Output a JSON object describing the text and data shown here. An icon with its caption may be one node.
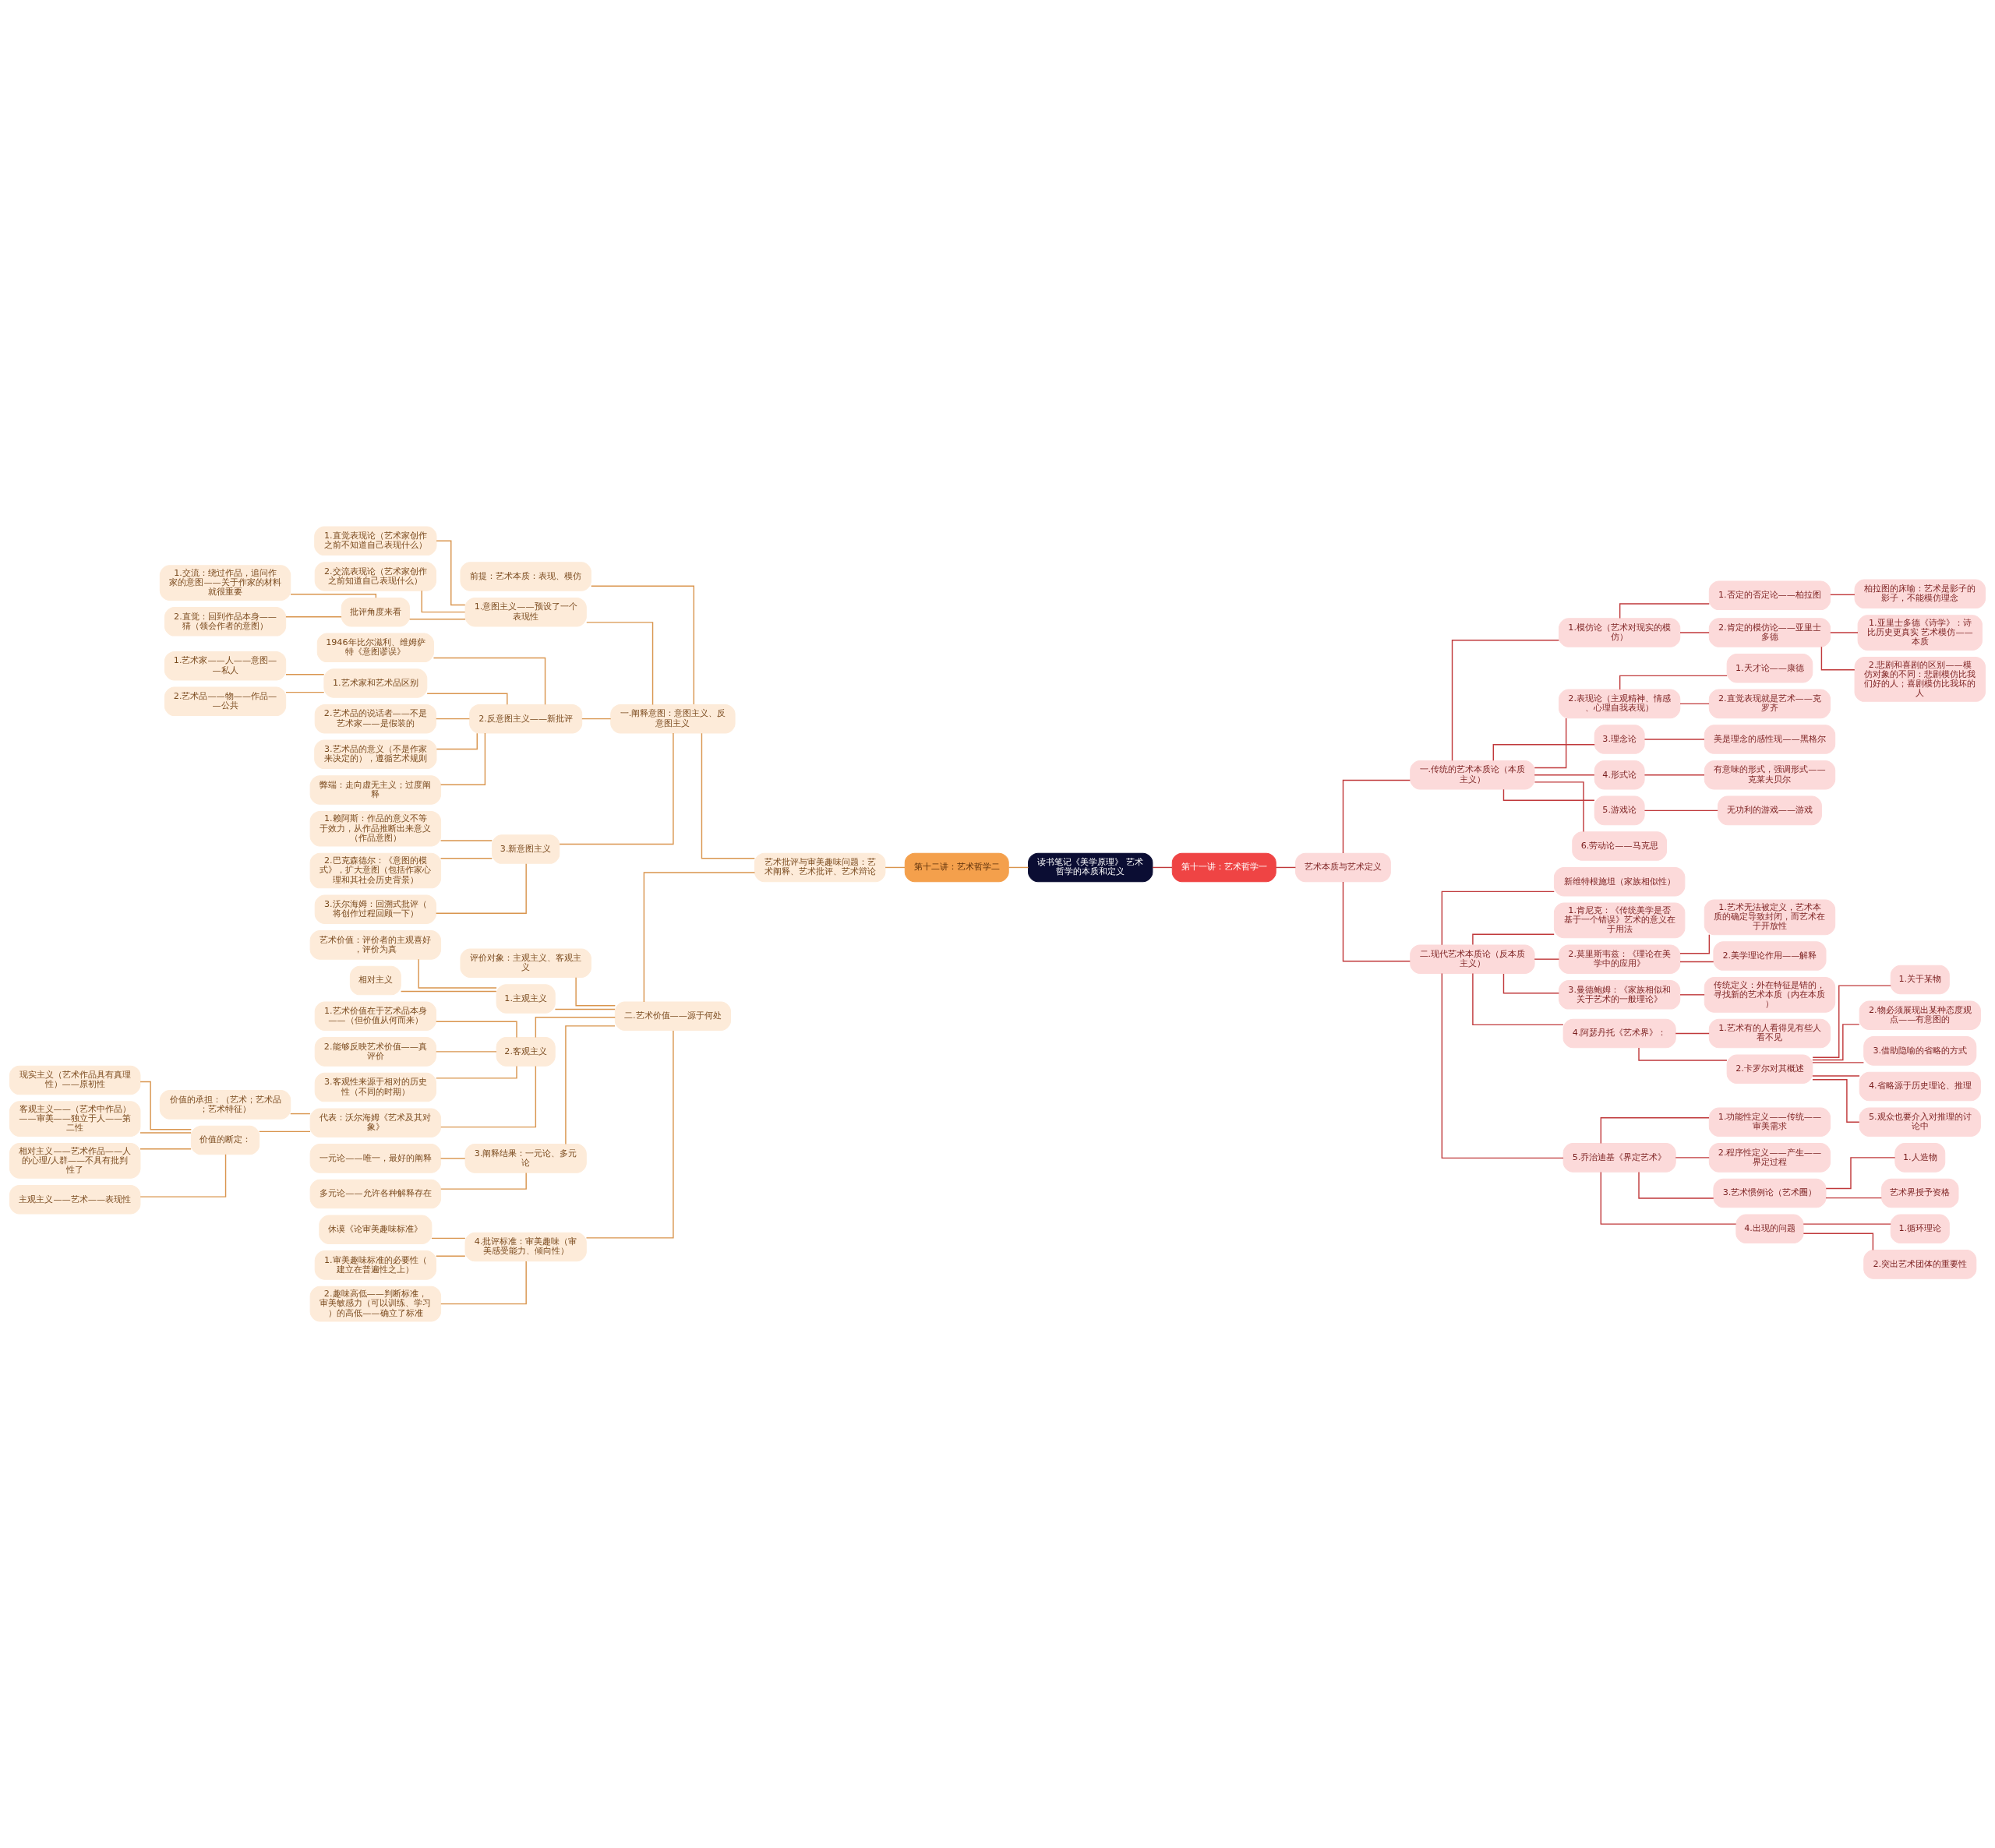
{
  "diagram": {
    "nodes": [
      {
        "text": [
          "读书笔记《美学原理》 艺术哲学的本质和定义"
        ]
      },
      {
        "text": [
          "第十二讲：艺术哲学二"
        ]
      },
      {
        "text": [
          "艺术批评与审美趣味问题：艺术阐释、艺术批评、艺术辩论"
        ]
      },
      {
        "text": [
          "一.阐释意图：意图主义、反意图主义"
        ]
      },
      {
        "text": [
          "前提：艺术本质：表现、模仿"
        ]
      },
      {
        "text": [
          "1.意图主义——预设了一个表现性"
        ]
      },
      {
        "text": [
          "1.直觉表现论（艺术家创作之前不知道自己表现什么）"
        ]
      },
      {
        "text": [
          "2.交流表现论（艺术家创作之前知道自己表现什么）"
        ]
      },
      {
        "text": [
          "批评角度来看"
        ]
      },
      {
        "text": [
          "1.交流：绕过作品，追问作家的意图——关于作家的材料就很重要"
        ]
      },
      {
        "text": [
          "2.直觉：回到作品本身——猜（领会作者的意图）"
        ]
      },
      {
        "text": [
          "2.反意图主义——新批评"
        ]
      },
      {
        "text": [
          "1946年比尔滋利、维姆萨特《意图谬误》"
        ]
      },
      {
        "text": [
          "1.艺术家和艺术品区别"
        ]
      },
      {
        "text": [
          "1.艺术家——人——意图——私人"
        ]
      },
      {
        "text": [
          "2.艺术品——物——作品——公共"
        ]
      },
      {
        "text": [
          "2.艺术品的说话者——不是艺术家——是假装的"
        ]
      },
      {
        "text": [
          "3.艺术品的意义（不是作家来决定的），遵循艺术规则"
        ]
      },
      {
        "text": [
          "弊端：走向虚无主义；过度阐释"
        ]
      },
      {
        "text": [
          "3.新意图主义"
        ]
      },
      {
        "text": [
          "1.赖阿斯：作品的意义不等于效力，从作品推断出来意义（作品意图）"
        ]
      },
      {
        "text": [
          "2.巴克森德尔：《意图的模式》，扩大意图（包括作家心理和其社会历史背景）"
        ]
      },
      {
        "text": [
          "3.沃尔海姆：回溯式批评（将创作过程回顾一下）"
        ]
      },
      {
        "text": [
          "二.艺术价值——源于何处"
        ]
      },
      {
        "text": [
          "评价对象：主观主义、客观主义"
        ]
      },
      {
        "text": [
          "1.主观主义"
        ]
      },
      {
        "text": [
          "艺术价值：评价者的主观喜好，评价为真"
        ]
      },
      {
        "text": [
          "相对主义"
        ]
      },
      {
        "text": [
          "2.客观主义"
        ]
      },
      {
        "text": [
          "1.艺术价值在于艺术品本身——（但价值从何而来）"
        ]
      },
      {
        "text": [
          "2.能够反映艺术价值——真评价"
        ]
      },
      {
        "text": [
          "3.客观性来源于相对的历史性（不同的时期）"
        ]
      },
      {
        "text": [
          "代表：沃尔海姆《艺术及其对象》"
        ]
      },
      {
        "text": [
          "价值的承担：（艺术；艺术品；艺术特征）"
        ]
      },
      {
        "text": [
          "价值的断定："
        ]
      },
      {
        "text": [
          "现实主义（艺术作品具有真理性）——原初性"
        ]
      },
      {
        "text": [
          "客观主义——（艺术中作品）——审美——独立于人——第二性"
        ]
      },
      {
        "text": [
          "相对主义——艺术作品——人的心理/人群——不具有批判性了"
        ]
      },
      {
        "text": [
          "主观主义——艺术——表现性"
        ]
      },
      {
        "text": [
          "3.阐释结果：一元论、多元论"
        ]
      },
      {
        "text": [
          "一元论——唯一，最好的阐释"
        ]
      },
      {
        "text": [
          "多元论——允许各种解释存在"
        ]
      },
      {
        "text": [
          "4.批评标准：审美趣味（审美感受能力、倾向性）"
        ]
      },
      {
        "text": [
          "休谟《论审美趣味标准》"
        ]
      },
      {
        "text": [
          "1.审美趣味标准的必要性（建立在普遍性之上）"
        ]
      },
      {
        "text": [
          "2.趣味高低——判断标准，审美敏感力（可以训练、学习）的高低——确立了标准"
        ]
      },
      {
        "text": [
          "第十一讲：艺术哲学一"
        ]
      },
      {
        "text": [
          "艺术本质与艺术定义"
        ]
      },
      {
        "text": [
          "一.传统的艺术本质论（本质主义）"
        ]
      },
      {
        "text": [
          "1.模仿论（艺术对现实的模仿）"
        ]
      },
      {
        "text": [
          "1.否定的否定论——柏拉图"
        ]
      },
      {
        "text": [
          "柏拉图的床喻：艺术是影子的影子，不能模仿理念"
        ]
      },
      {
        "text": [
          "2.肯定的模仿论——亚里士多德"
        ]
      },
      {
        "text": [
          "1.亚里士多德《诗学》：诗比历史更真实 艺术模仿——本质"
        ]
      },
      {
        "text": [
          "2.悲剧和喜剧的区别——模仿对象的不同：悲剧模仿比我们好的人；喜剧模仿比我坏的人"
        ]
      },
      {
        "text": [
          "2.表现论（主观精神、情感、心理自我表现）"
        ]
      },
      {
        "text": [
          "1.天才论——康德"
        ]
      },
      {
        "text": [
          "2.直觉表现就是艺术——克罗齐"
        ]
      },
      {
        "text": [
          "3.理念论"
        ]
      },
      {
        "text": [
          "美是理念的感性现——黑格尔"
        ]
      },
      {
        "text": [
          "4.形式论"
        ]
      },
      {
        "text": [
          "有意味的形式，强调形式——克莱夫贝尔"
        ]
      },
      {
        "text": [
          "5.游戏论"
        ]
      },
      {
        "text": [
          "无功利的游戏——游戏"
        ]
      },
      {
        "text": [
          "6.劳动论——马克思"
        ]
      },
      {
        "text": [
          "二.现代艺术本质论（反本质主义）"
        ]
      },
      {
        "text": [
          "新维特根施坦（家族相似性）"
        ]
      },
      {
        "text": [
          "1.肯尼克：《传统美学是否基于一个错误》艺术的意义在于用法"
        ]
      },
      {
        "text": [
          "2.莫里斯韦兹：《理论在美学中的应用》"
        ]
      },
      {
        "text": [
          "1.艺术无法被定义，艺术本质的确定导致封闭，而艺术在于开放性"
        ]
      },
      {
        "text": [
          "2.美学理论作用——解释"
        ]
      },
      {
        "text": [
          "3.曼德鲍姆：《家族相似和关于艺术的一般理论》"
        ]
      },
      {
        "text": [
          "传统定义：外在特征是错的，寻找新的艺术本质（内在本质）"
        ]
      },
      {
        "text": [
          "4.阿瑟丹托《艺术界》："
        ]
      },
      {
        "text": [
          "1.艺术有的人看得见有些人看不见"
        ]
      },
      {
        "text": [
          "2.卡罗尔对其概述"
        ]
      },
      {
        "text": [
          "1.关于某物"
        ]
      },
      {
        "text": [
          "2.物必须展现出某种态度观点——有意图的"
        ]
      },
      {
        "text": [
          "3.借助隐喻的省略的方式"
        ]
      },
      {
        "text": [
          "4.省略源于历史理论、推理"
        ]
      },
      {
        "text": [
          "5.观众也要介入对推理的讨论中"
        ]
      },
      {
        "text": [
          "5.乔治迪基《界定艺术》"
        ]
      },
      {
        "text": [
          "1.功能性定义——传统——审美需求"
        ]
      },
      {
        "text": [
          "2.程序性定义——产生——界定过程"
        ]
      },
      {
        "text": [
          "3.艺术惯例论（艺术圈）"
        ]
      },
      {
        "text": [
          "1.人造物"
        ]
      },
      {
        "text": [
          "艺术界授予资格"
        ]
      },
      {
        "text": [
          "4.出现的问题"
        ]
      },
      {
        "text": [
          "1.循环理论"
        ]
      },
      {
        "text": [
          "2.突出艺术团体的重要性"
        ]
      }
    ],
    "edges": [
      {
        "from": 1,
        "to": 0,
        "arrow": "none"
      },
      {
        "from": 2,
        "to": 1,
        "arrow": "none"
      },
      {
        "from": 3,
        "to": 2,
        "arrow": "none"
      },
      {
        "from": 23,
        "to": 2,
        "arrow": "none"
      },
      {
        "from": 4,
        "to": 3,
        "arrow": "none"
      },
      {
        "from": 5,
        "to": 3,
        "arrow": "none"
      },
      {
        "from": 11,
        "to": 3,
        "arrow": "none"
      },
      {
        "from": 19,
        "to": 3,
        "arrow": "none"
      },
      {
        "from": 6,
        "to": 5,
        "arrow": "none"
      },
      {
        "from": 7,
        "to": 5,
        "arrow": "none"
      },
      {
        "from": 8,
        "to": 5,
        "arrow": "none"
      },
      {
        "from": 9,
        "to": 8,
        "arrow": "none"
      },
      {
        "from": 10,
        "to": 8,
        "arrow": "none"
      },
      {
        "from": 12,
        "to": 11,
        "arrow": "none"
      },
      {
        "from": 13,
        "to": 11,
        "arrow": "none"
      },
      {
        "from": 16,
        "to": 11,
        "arrow": "none"
      },
      {
        "from": 17,
        "to": 11,
        "arrow": "none"
      },
      {
        "from": 18,
        "to": 11,
        "arrow": "none"
      },
      {
        "from": 14,
        "to": 13,
        "arrow": "none"
      },
      {
        "from": 15,
        "to": 13,
        "arrow": "none"
      },
      {
        "from": 20,
        "to": 19,
        "arrow": "none"
      },
      {
        "from": 21,
        "to": 19,
        "arrow": "none"
      },
      {
        "from": 22,
        "to": 19,
        "arrow": "none"
      },
      {
        "from": 24,
        "to": 23,
        "arrow": "none"
      },
      {
        "from": 25,
        "to": 23,
        "arrow": "none"
      },
      {
        "from": 28,
        "to": 23,
        "arrow": "none"
      },
      {
        "from": 39,
        "to": 23,
        "arrow": "none"
      },
      {
        "from": 42,
        "to": 23,
        "arrow": "none"
      },
      {
        "from": 26,
        "to": 25,
        "arrow": "none"
      },
      {
        "from": 27,
        "to": 25,
        "arrow": "none"
      },
      {
        "from": 29,
        "to": 28,
        "arrow": "none"
      },
      {
        "from": 30,
        "to": 28,
        "arrow": "none"
      },
      {
        "from": 31,
        "to": 28,
        "arrow": "none"
      },
      {
        "from": 32,
        "to": 28,
        "arrow": "none"
      },
      {
        "from": 33,
        "to": 32,
        "arrow": "none"
      },
      {
        "from": 34,
        "to": 32,
        "arrow": "none"
      },
      {
        "from": 35,
        "to": 34,
        "arrow": "none"
      },
      {
        "from": 36,
        "to": 34,
        "arrow": "none"
      },
      {
        "from": 37,
        "to": 34,
        "arrow": "none"
      },
      {
        "from": 38,
        "to": 34,
        "arrow": "none"
      },
      {
        "from": 40,
        "to": 39,
        "arrow": "none"
      },
      {
        "from": 41,
        "to": 39,
        "arrow": "none"
      },
      {
        "from": 43,
        "to": 42,
        "arrow": "none"
      },
      {
        "from": 44,
        "to": 42,
        "arrow": "none"
      },
      {
        "from": 45,
        "to": 42,
        "arrow": "none"
      },
      {
        "from": 0,
        "to": 46,
        "arrow": "none",
        "color": "#c0393b"
      },
      {
        "from": 46,
        "to": 47,
        "arrow": "none",
        "color": "#c0393b"
      },
      {
        "from": 47,
        "to": 48,
        "arrow": "none",
        "color": "#c0393b"
      },
      {
        "from": 47,
        "to": 65,
        "arrow": "none",
        "color": "#c0393b"
      },
      {
        "from": 48,
        "to": 49,
        "arrow": "none",
        "color": "#c0393b"
      },
      {
        "from": 48,
        "to": 55,
        "arrow": "none",
        "color": "#c0393b"
      },
      {
        "from": 48,
        "to": 58,
        "arrow": "none",
        "color": "#c0393b"
      },
      {
        "from": 48,
        "to": 60,
        "arrow": "none",
        "color": "#c0393b"
      },
      {
        "from": 48,
        "to": 62,
        "arrow": "none",
        "color": "#c0393b"
      },
      {
        "from": 48,
        "to": 64,
        "arrow": "none",
        "color": "#c0393b"
      },
      {
        "from": 49,
        "to": 50,
        "arrow": "none",
        "color": "#c0393b"
      },
      {
        "from": 49,
        "to": 52,
        "arrow": "none",
        "color": "#c0393b"
      },
      {
        "from": 50,
        "to": 51,
        "arrow": "none",
        "color": "#c0393b"
      },
      {
        "from": 52,
        "to": 53,
        "arrow": "none",
        "color": "#c0393b"
      },
      {
        "from": 52,
        "to": 54,
        "arrow": "none",
        "color": "#c0393b"
      },
      {
        "from": 55,
        "to": 56,
        "arrow": "none",
        "color": "#c0393b"
      },
      {
        "from": 55,
        "to": 57,
        "arrow": "none",
        "color": "#c0393b"
      },
      {
        "from": 58,
        "to": 59,
        "arrow": "none",
        "color": "#c0393b"
      },
      {
        "from": 60,
        "to": 61,
        "arrow": "none",
        "color": "#c0393b"
      },
      {
        "from": 62,
        "to": 63,
        "arrow": "none",
        "color": "#c0393b"
      },
      {
        "from": 65,
        "to": 66,
        "arrow": "none",
        "color": "#c0393b"
      },
      {
        "from": 65,
        "to": 67,
        "arrow": "none",
        "color": "#c0393b"
      },
      {
        "from": 65,
        "to": 68,
        "arrow": "none",
        "color": "#c0393b"
      },
      {
        "from": 65,
        "to": 71,
        "arrow": "none",
        "color": "#c0393b"
      },
      {
        "from": 65,
        "to": 73,
        "arrow": "none",
        "color": "#c0393b"
      },
      {
        "from": 65,
        "to": 81,
        "arrow": "none",
        "color": "#c0393b"
      },
      {
        "from": 68,
        "to": 69,
        "arrow": "none",
        "color": "#c0393b"
      },
      {
        "from": 68,
        "to": 70,
        "arrow": "none",
        "color": "#c0393b"
      },
      {
        "from": 71,
        "to": 72,
        "arrow": "none",
        "color": "#c0393b"
      },
      {
        "from": 73,
        "to": 74,
        "arrow": "none",
        "color": "#c0393b"
      },
      {
        "from": 73,
        "to": 75,
        "arrow": "none",
        "color": "#c0393b"
      },
      {
        "from": 75,
        "to": 76,
        "arrow": "none",
        "color": "#c0393b"
      },
      {
        "from": 75,
        "to": 77,
        "arrow": "none",
        "color": "#c0393b"
      },
      {
        "from": 75,
        "to": 78,
        "arrow": "none",
        "color": "#c0393b"
      },
      {
        "from": 75,
        "to": 79,
        "arrow": "none",
        "color": "#c0393b"
      },
      {
        "from": 75,
        "to": 80,
        "arrow": "none",
        "color": "#c0393b"
      },
      {
        "from": 81,
        "to": 82,
        "arrow": "none",
        "color": "#c0393b"
      },
      {
        "from": 81,
        "to": 83,
        "arrow": "none",
        "color": "#c0393b"
      },
      {
        "from": 81,
        "to": 84,
        "arrow": "none",
        "color": "#c0393b"
      },
      {
        "from": 81,
        "to": 87,
        "arrow": "none",
        "color": "#c0393b"
      },
      {
        "from": 84,
        "to": 85,
        "arrow": "none",
        "color": "#c0393b"
      },
      {
        "from": 84,
        "to": 86,
        "arrow": "none",
        "color": "#c0393b"
      },
      {
        "from": 87,
        "to": 88,
        "arrow": "none",
        "color": "#c0393b"
      },
      {
        "from": 87,
        "to": 89,
        "arrow": "none",
        "color": "#c0393b"
      }
    ]
  }
}
